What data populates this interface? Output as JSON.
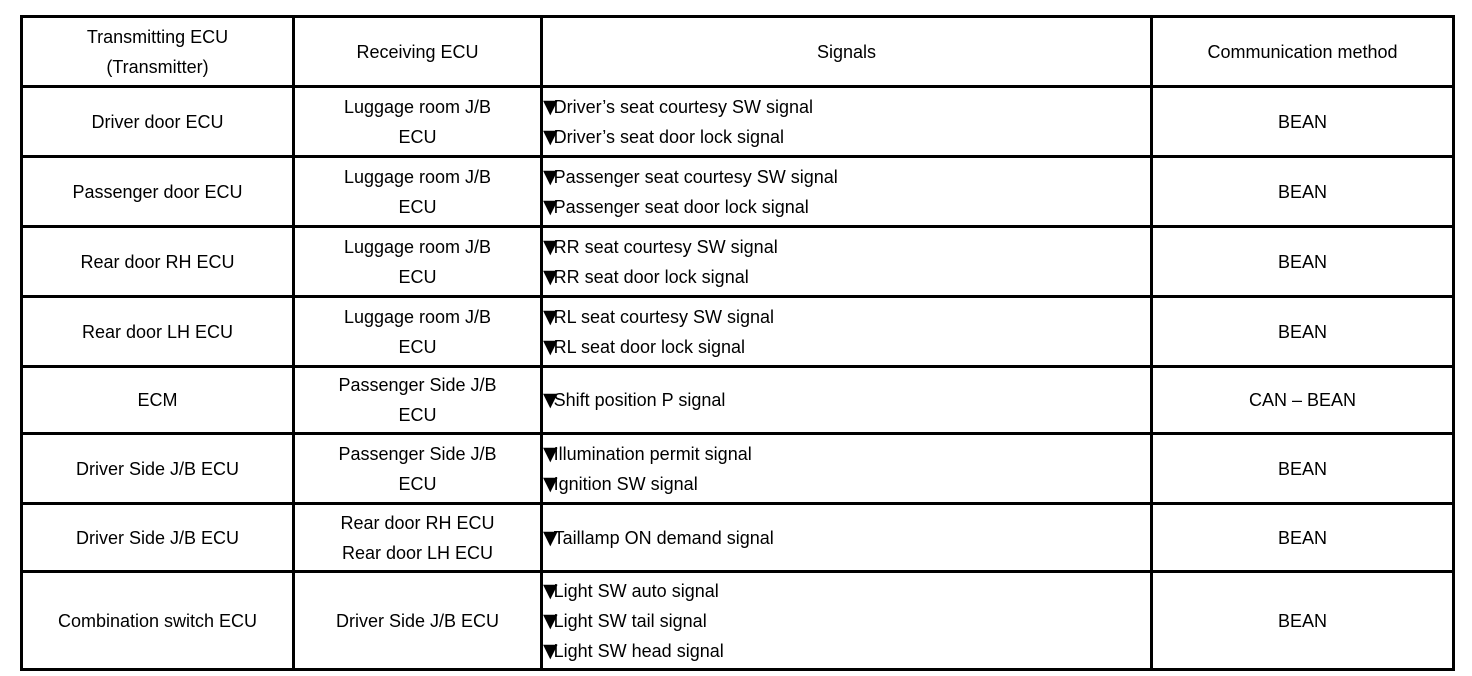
{
  "page": {
    "background_color": "#ffffff",
    "border_color": "#000000",
    "text_color": "#000000"
  },
  "table": {
    "marker_icon": "▼",
    "headers": {
      "transmitting": "Transmitting ECU\n(Transmitter)",
      "receiving": "Receiving ECU",
      "signals": "Signals",
      "method": "Communication method"
    },
    "rows": [
      {
        "transmitting": "Driver door ECU",
        "receiving": "Luggage room J/B\nECU",
        "signals": [
          "Driver’s seat courtesy SW signal",
          "Driver’s seat door lock signal"
        ],
        "method": "BEAN"
      },
      {
        "transmitting": "Passenger door ECU",
        "receiving": "Luggage room J/B\nECU",
        "signals": [
          "Passenger seat courtesy SW signal",
          "Passenger seat door lock signal"
        ],
        "method": "BEAN"
      },
      {
        "transmitting": "Rear door RH ECU",
        "receiving": "Luggage room J/B\nECU",
        "signals": [
          "RR seat courtesy SW signal",
          "RR seat door lock signal"
        ],
        "method": "BEAN"
      },
      {
        "transmitting": "Rear door LH ECU",
        "receiving": "Luggage room J/B\nECU",
        "signals": [
          "RL seat courtesy SW signal",
          "RL seat door lock signal"
        ],
        "method": "BEAN"
      },
      {
        "transmitting": "ECM",
        "receiving": "Passenger Side J/B\nECU",
        "signals": [
          "Shift position P signal"
        ],
        "method": "CAN – BEAN"
      },
      {
        "transmitting": "Driver Side J/B ECU",
        "receiving": "Passenger Side J/B\nECU",
        "signals": [
          "Illumination permit signal",
          "Ignition SW signal"
        ],
        "method": "BEAN"
      },
      {
        "transmitting": "Driver Side J/B ECU",
        "receiving": "Rear door RH ECU\nRear door LH ECU",
        "signals": [
          "Taillamp ON demand signal"
        ],
        "method": "BEAN"
      },
      {
        "transmitting": "Combination switch ECU",
        "receiving": "Driver Side J/B ECU",
        "signals": [
          "Light SW auto signal",
          "Light SW tail signal",
          "Light SW head signal"
        ],
        "method": "BEAN"
      }
    ]
  }
}
